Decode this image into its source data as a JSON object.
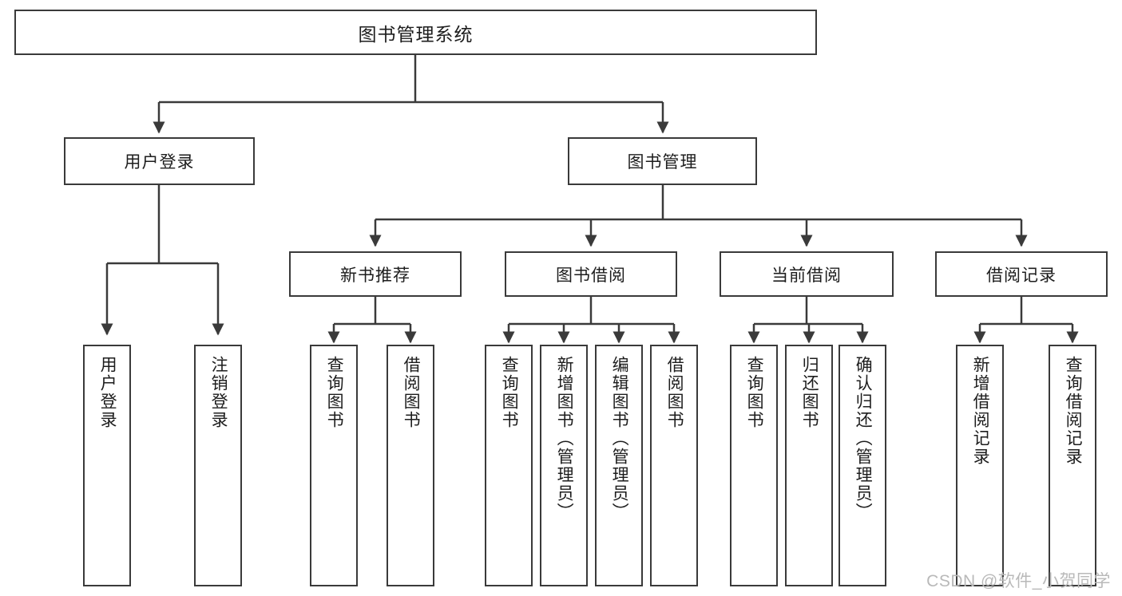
{
  "diagram": {
    "title": "图书管理系统",
    "type": "tree-hierarchy-chart",
    "watermark": "CSDN @软件_小贺同学"
  },
  "nodes": {
    "root": {
      "label": "图书管理系统"
    },
    "level2": [
      {
        "id": "user-login",
        "label": "用户登录"
      },
      {
        "id": "book-manage",
        "label": "图书管理"
      }
    ],
    "level3": [
      {
        "id": "new-book-recommend",
        "label": "新书推荐"
      },
      {
        "id": "book-borrow",
        "label": "图书借阅"
      },
      {
        "id": "current-borrow",
        "label": "当前借阅"
      },
      {
        "id": "borrow-record",
        "label": "借阅记录"
      }
    ],
    "leaves": [
      {
        "id": "leaf-user-login",
        "label": "用户登录"
      },
      {
        "id": "leaf-logout-login",
        "label": "注销登录"
      },
      {
        "id": "leaf-query-book-1",
        "label": "查询图书"
      },
      {
        "id": "leaf-borrow-book-1",
        "label": "借阅图书"
      },
      {
        "id": "leaf-query-book-2",
        "label": "查询图书"
      },
      {
        "id": "leaf-add-book",
        "label": "新增图书（管理员）"
      },
      {
        "id": "leaf-edit-book",
        "label": "编辑图书（管理员）"
      },
      {
        "id": "leaf-borrow-book-2",
        "label": "借阅图书"
      },
      {
        "id": "leaf-query-book-3",
        "label": "查询图书"
      },
      {
        "id": "leaf-return-book",
        "label": "归还图书"
      },
      {
        "id": "leaf-confirm-return",
        "label": "确认归还（管理员）"
      },
      {
        "id": "leaf-add-record",
        "label": "新增借阅记录"
      },
      {
        "id": "leaf-query-record",
        "label": "查询借阅记录"
      }
    ]
  },
  "colors": {
    "stroke": "#3a3a3a",
    "fill": "#ffffff",
    "text": "#1d1d1d",
    "watermark": "#b9b9b9"
  }
}
